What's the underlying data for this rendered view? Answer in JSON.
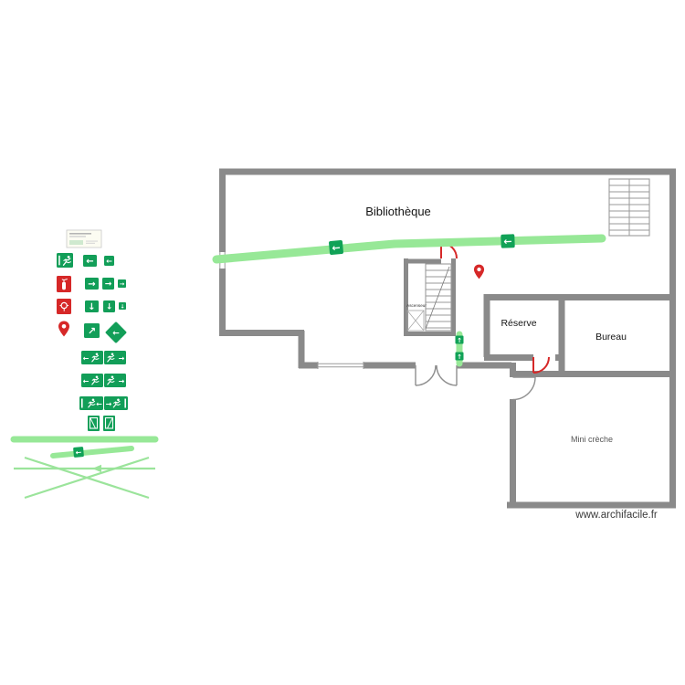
{
  "plan": {
    "rooms": {
      "library": "Bibliothèque",
      "reserve": "Réserve",
      "office": "Bureau",
      "nursery": "Mini crèche",
      "elevator": "Ascenseur"
    },
    "watermark": "www.archifacile.fr"
  },
  "glyphs": {
    "arrow_left": "←",
    "arrow_right": "→",
    "arrow_down": "↓",
    "arrow_up": "↑",
    "arrow_up_right": "↗"
  },
  "palette": {
    "items": [
      "sign-template",
      "exit-man",
      "arrow-left",
      "arrow-left-small",
      "fire-extinguisher",
      "arrow-right",
      "arrow-right-medium",
      "arrow-right-small",
      "fire-hose-reel",
      "arrow-down",
      "arrow-down-medium",
      "arrow-down-small",
      "assembly-pin",
      "arrow-up-right",
      "arrow-left-diamond",
      "exit-sign-left",
      "exit-sign-right",
      "exit-sign-left-2",
      "exit-sign-right-2",
      "exit-sign-door-left",
      "exit-sign-door-right",
      "door-left",
      "door-right",
      "evacuation-path-thick",
      "evacuation-path-arrow",
      "guide-line-horizontal",
      "guide-line-diagonal-1",
      "guide-line-diagonal-2"
    ]
  },
  "colors": {
    "wall": "#8a8a8a",
    "safety_green": "#129e58",
    "path_green": "#97e897",
    "safety_red": "#d62828",
    "label": "#141414",
    "watermark": "#3a3a3a"
  }
}
